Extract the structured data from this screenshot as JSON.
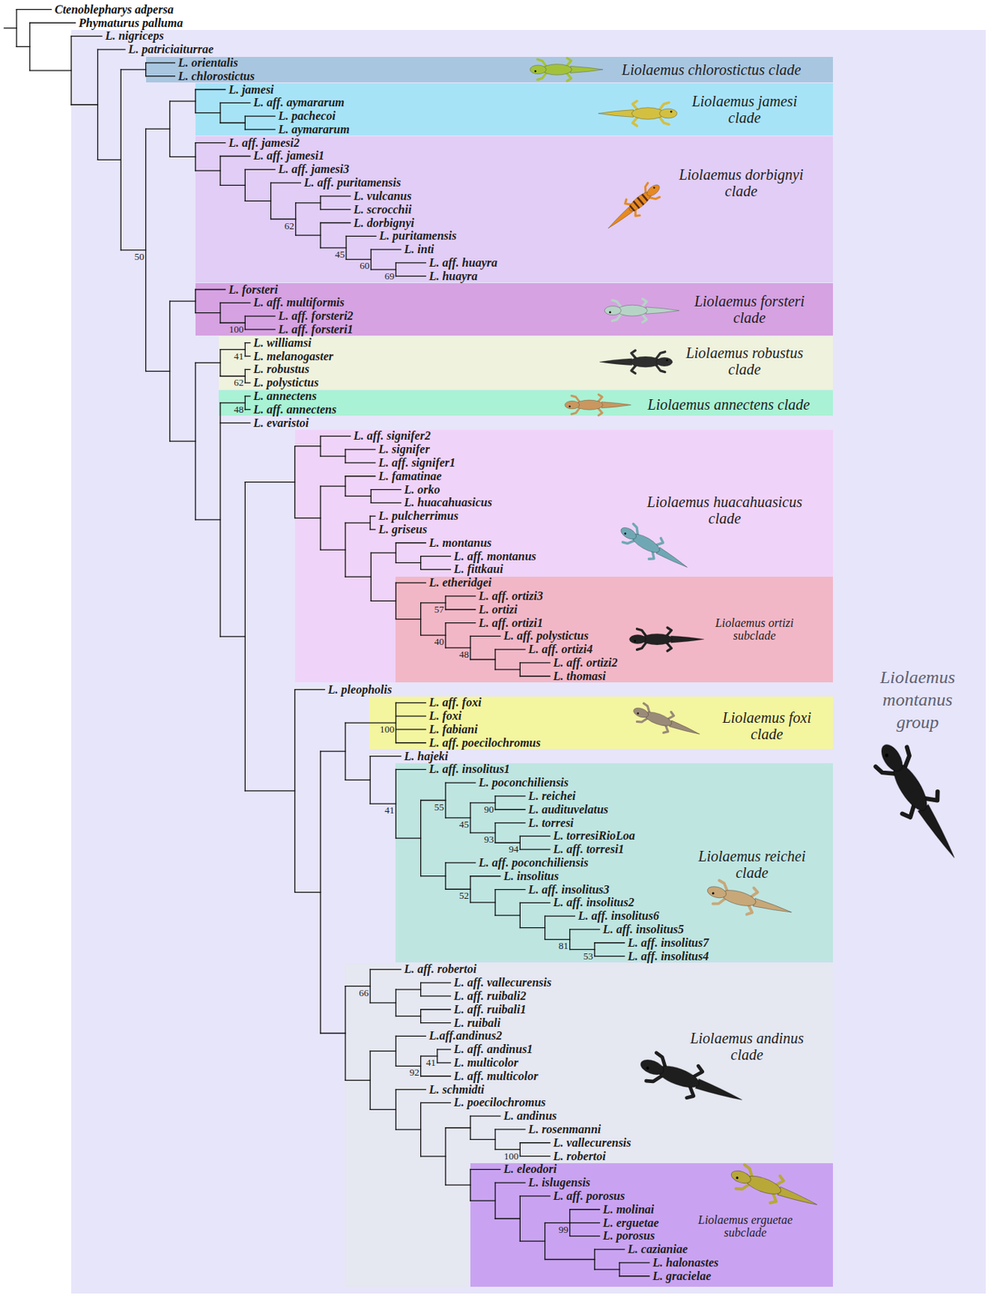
{
  "diagram": {
    "nodes": [
      {
        "text": [
          "Ctenoblepharys adpersa"
        ]
      },
      {
        "text": [
          "Phymaturus palluma"
        ]
      },
      {
        "text": [
          "Liolaemus montanus group"
        ]
      },
      {
        "text": [
          "L. nigriceps"
        ],
        "in": 2
      },
      {
        "text": [
          "L. patriciaiturrae"
        ],
        "in": 2
      },
      {
        "text": [
          "Liolaemus chlorostictus clade"
        ],
        "in": 2
      },
      {
        "text": [
          "L. orientalis"
        ],
        "in": 5
      },
      {
        "text": [
          "L. chlorostictus"
        ],
        "in": 5
      },
      {
        "text": [
          "Liolaemus jamesi clade"
        ],
        "in": 2
      },
      {
        "text": [
          "L. jamesi"
        ],
        "in": 8
      },
      {
        "text": [
          "L. aff. aymararum"
        ],
        "in": 8
      },
      {
        "text": [
          "L. pachecoi"
        ],
        "in": 8
      },
      {
        "text": [
          "L. aymararum"
        ],
        "in": 8
      },
      {
        "text": [
          "Liolaemus dorbignyi clade"
        ],
        "in": 2
      },
      {
        "text": [
          "L. aff. jamesi2"
        ],
        "in": 13
      },
      {
        "text": [
          "L. aff. jamesi1"
        ],
        "in": 13
      },
      {
        "text": [
          "L. aff. jamesi3"
        ],
        "in": 13
      },
      {
        "text": [
          "L. aff. puritamensis"
        ],
        "in": 13
      },
      {
        "text": [
          "L. vulcanus"
        ],
        "in": 13
      },
      {
        "text": [
          "L. scrocchii"
        ],
        "in": 13
      },
      {
        "text": [
          "L. dorbignyi"
        ],
        "in": 13
      },
      {
        "text": [
          "L. puritamensis"
        ],
        "in": 13
      },
      {
        "text": [
          "L. inti"
        ],
        "in": 13
      },
      {
        "text": [
          "L. aff. huayra"
        ],
        "in": 13
      },
      {
        "text": [
          "L. huayra"
        ],
        "in": 13
      },
      {
        "text": [
          "Liolaemus forsteri clade"
        ],
        "in": 2
      },
      {
        "text": [
          "L. forsteri"
        ],
        "in": 25
      },
      {
        "text": [
          "L. aff. multiformis"
        ],
        "in": 25
      },
      {
        "text": [
          "L. aff. forsteri2"
        ],
        "in": 25
      },
      {
        "text": [
          "L. aff. forsteri1"
        ],
        "in": 25
      },
      {
        "text": [
          "Liolaemus robustus clade"
        ],
        "in": 2
      },
      {
        "text": [
          "L. williamsi"
        ],
        "in": 30
      },
      {
        "text": [
          "L. melanogaster"
        ],
        "in": 30
      },
      {
        "text": [
          "L. robustus"
        ],
        "in": 30
      },
      {
        "text": [
          "L. polystictus"
        ],
        "in": 30
      },
      {
        "text": [
          "Liolaemus annectens clade"
        ],
        "in": 2
      },
      {
        "text": [
          "L. annectens"
        ],
        "in": 35
      },
      {
        "text": [
          "L. aff. annectens"
        ],
        "in": 35
      },
      {
        "text": [
          "L. evaristoi"
        ],
        "in": 2
      },
      {
        "text": [
          "Liolaemus huacahuasicus clade"
        ],
        "in": 2
      },
      {
        "text": [
          "L. aff. signifer2"
        ],
        "in": 39
      },
      {
        "text": [
          "L. signifer"
        ],
        "in": 39
      },
      {
        "text": [
          "L. aff. signifer1"
        ],
        "in": 39
      },
      {
        "text": [
          "L. famatinae"
        ],
        "in": 39
      },
      {
        "text": [
          "L. orko"
        ],
        "in": 39
      },
      {
        "text": [
          "L. huacahuasicus"
        ],
        "in": 39
      },
      {
        "text": [
          "L. pulcherrimus"
        ],
        "in": 39
      },
      {
        "text": [
          "L. griseus"
        ],
        "in": 39
      },
      {
        "text": [
          "L. montanus"
        ],
        "in": 39
      },
      {
        "text": [
          "L. aff. montanus"
        ],
        "in": 39
      },
      {
        "text": [
          "L. fittkaui"
        ],
        "in": 39
      },
      {
        "text": [
          "Liolaemus ortizi subclade"
        ],
        "in": 39
      },
      {
        "text": [
          "L. etheridgei"
        ],
        "in": 51
      },
      {
        "text": [
          "L. aff. ortizi3"
        ],
        "in": 51
      },
      {
        "text": [
          "L. ortizi"
        ],
        "in": 51
      },
      {
        "text": [
          "L. aff. ortizi1"
        ],
        "in": 51
      },
      {
        "text": [
          "L. aff. polystictus"
        ],
        "in": 51
      },
      {
        "text": [
          "L. aff. ortizi4"
        ],
        "in": 51
      },
      {
        "text": [
          "L. aff. ortizi2"
        ],
        "in": 51
      },
      {
        "text": [
          "L. thomasi"
        ],
        "in": 51
      },
      {
        "text": [
          "L. pleopholis"
        ],
        "in": 2
      },
      {
        "text": [
          "Liolaemus foxi clade"
        ],
        "in": 2
      },
      {
        "text": [
          "L. aff. foxi"
        ],
        "in": 61
      },
      {
        "text": [
          "L. foxi"
        ],
        "in": 61
      },
      {
        "text": [
          "L. fabiani"
        ],
        "in": 61
      },
      {
        "text": [
          "L. aff. poecilochromus"
        ],
        "in": 61
      },
      {
        "text": [
          "L. hajeki"
        ],
        "in": 2
      },
      {
        "text": [
          "Liolaemus reichei clade"
        ],
        "in": 2
      },
      {
        "text": [
          "L. aff. insolitus1"
        ],
        "in": 67
      },
      {
        "text": [
          "L. poconchiliensis"
        ],
        "in": 67
      },
      {
        "text": [
          "L. reichei"
        ],
        "in": 67
      },
      {
        "text": [
          "L. audituvelatus"
        ],
        "in": 67
      },
      {
        "text": [
          "L. torresi"
        ],
        "in": 67
      },
      {
        "text": [
          "L. torresiRioLoa"
        ],
        "in": 67
      },
      {
        "text": [
          "L. aff. torresi1"
        ],
        "in": 67
      },
      {
        "text": [
          "L. aff. poconchiliensis"
        ],
        "in": 67
      },
      {
        "text": [
          "L. insolitus"
        ],
        "in": 67
      },
      {
        "text": [
          "L. aff. insolitus3"
        ],
        "in": 67
      },
      {
        "text": [
          "L. aff. insolitus2"
        ],
        "in": 67
      },
      {
        "text": [
          "L. aff. insolitus6"
        ],
        "in": 67
      },
      {
        "text": [
          "L. aff. insolitus5"
        ],
        "in": 67
      },
      {
        "text": [
          "L. aff. insolitus7"
        ],
        "in": 67
      },
      {
        "text": [
          "L. aff. insolitus4"
        ],
        "in": 67
      },
      {
        "text": [
          "Liolaemus andinus clade"
        ],
        "in": 2
      },
      {
        "text": [
          "L. aff. robertoi"
        ],
        "in": 83
      },
      {
        "text": [
          "L. aff. vallecurensis"
        ],
        "in": 83
      },
      {
        "text": [
          "L. aff. ruibali2"
        ],
        "in": 83
      },
      {
        "text": [
          "L. aff. ruibali1"
        ],
        "in": 83
      },
      {
        "text": [
          "L. ruibali"
        ],
        "in": 83
      },
      {
        "text": [
          "L.aff.andinus2"
        ],
        "in": 83
      },
      {
        "text": [
          "L. aff. andinus1"
        ],
        "in": 83
      },
      {
        "text": [
          "L. multicolor"
        ],
        "in": 83
      },
      {
        "text": [
          "L. aff. multicolor"
        ],
        "in": 83
      },
      {
        "text": [
          "L. schmidti"
        ],
        "in": 83
      },
      {
        "text": [
          "L. poecilochromus"
        ],
        "in": 83
      },
      {
        "text": [
          "L. andinus"
        ],
        "in": 83
      },
      {
        "text": [
          "L. rosenmanni"
        ],
        "in": 83
      },
      {
        "text": [
          "L. vallecurensis"
        ],
        "in": 83
      },
      {
        "text": [
          "L. robertoi"
        ],
        "in": 83
      },
      {
        "text": [
          "Liolaemus erguetae subclade"
        ],
        "in": 83
      },
      {
        "text": [
          "L. eleodori"
        ],
        "in": 99
      },
      {
        "text": [
          "L. islugensis"
        ],
        "in": 99
      },
      {
        "text": [
          "L. aff. porosus"
        ],
        "in": 99
      },
      {
        "text": [
          "L. molinai"
        ],
        "in": 99
      },
      {
        "text": [
          "L. erguetae"
        ],
        "in": 99
      },
      {
        "text": [
          "L. porosus"
        ],
        "in": 99
      },
      {
        "text": [
          "L. cazianiae"
        ],
        "in": 99
      },
      {
        "text": [
          "L. halonastes"
        ],
        "in": 99
      },
      {
        "text": [
          "L. gracielae"
        ],
        "in": 99
      }
    ],
    "labels": [
      "62",
      "50",
      "45",
      "60",
      "69",
      "100",
      "41",
      "62",
      "48",
      "57",
      "40",
      "48",
      "100",
      "55",
      "90",
      "41",
      "45",
      "93",
      "94",
      "52",
      "81",
      "53",
      "66",
      "41",
      "92",
      "100",
      "99"
    ]
  }
}
